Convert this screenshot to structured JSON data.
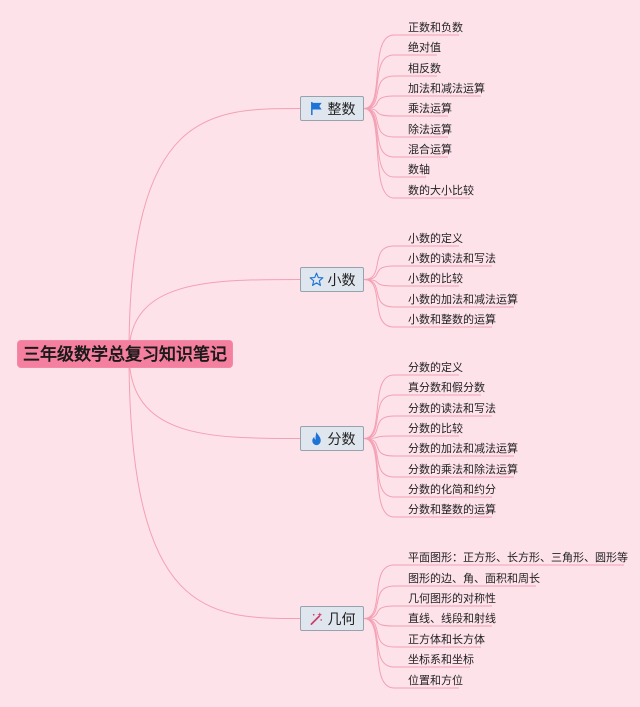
{
  "root": {
    "title": "三年级数学总复习知识笔记"
  },
  "branches": [
    {
      "label": "整数",
      "icon": "flag-icon",
      "leaves": [
        "正数和负数",
        "绝对值",
        "相反数",
        "加法和减法运算",
        "乘法运算",
        "除法运算",
        "混合运算",
        "数轴",
        "数的大小比较"
      ]
    },
    {
      "label": "小数",
      "icon": "star-icon",
      "leaves": [
        "小数的定义",
        "小数的读法和写法",
        "小数的比较",
        "小数的加法和减法运算",
        "小数和整数的运算"
      ]
    },
    {
      "label": "分数",
      "icon": "flame-icon",
      "leaves": [
        "分数的定义",
        "真分数和假分数",
        "分数的读法和写法",
        "分数的比较",
        "分数的加法和减法运算",
        "分数的乘法和除法运算",
        "分数的化简和约分",
        "分数和整数的运算"
      ]
    },
    {
      "label": "几何",
      "icon": "magic-wand-icon",
      "leaves": [
        "平面图形：正方形、长方形、三角形、圆形等",
        "图形的边、角、面积和周长",
        "几何图形的对称性",
        "直线、线段和射线",
        "正方体和长方体",
        "坐标系和坐标",
        "位置和方位"
      ]
    }
  ],
  "colors": {
    "background": "#fde2ea",
    "root_fill": "#f57f9f",
    "branch_fill": "#dfe6ee",
    "connector": "#f4a0b4",
    "flag_icon": "#1e73d8",
    "star_icon": "#1e73d8",
    "flame_icon": "#1e73d8",
    "wand_icon": "#d23b6a"
  }
}
